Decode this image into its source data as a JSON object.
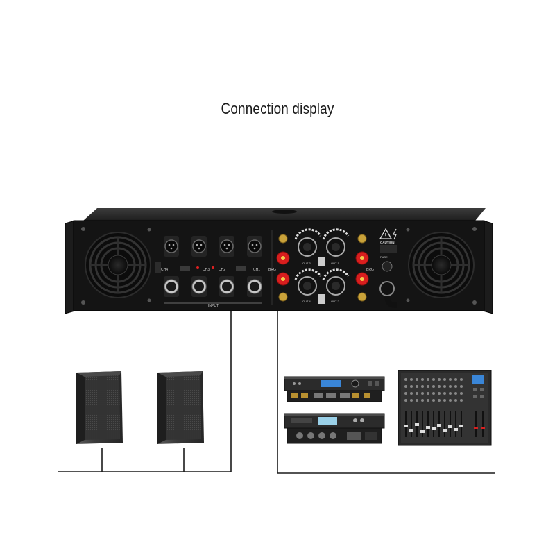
{
  "title": "Connection display",
  "amplifier": {
    "input_label": "INPUT",
    "channels": [
      "CH4",
      "CH3",
      "CH2",
      "CH1"
    ],
    "outputs": [
      "OUT-3",
      "OUT-1",
      "OUT-4",
      "OUT-2"
    ],
    "bridge_labels": [
      "BRG",
      "BRG"
    ],
    "caution_label": "CAUTION",
    "fuse_label": "FUSE"
  },
  "colors": {
    "amp_body": "#141414",
    "terminal_red": "#d81e1e",
    "terminal_gold": "#c9a23a",
    "wire": "#1a1a1a",
    "device_dark": "#2a2a2a",
    "display_blue": "#3a86d8"
  }
}
